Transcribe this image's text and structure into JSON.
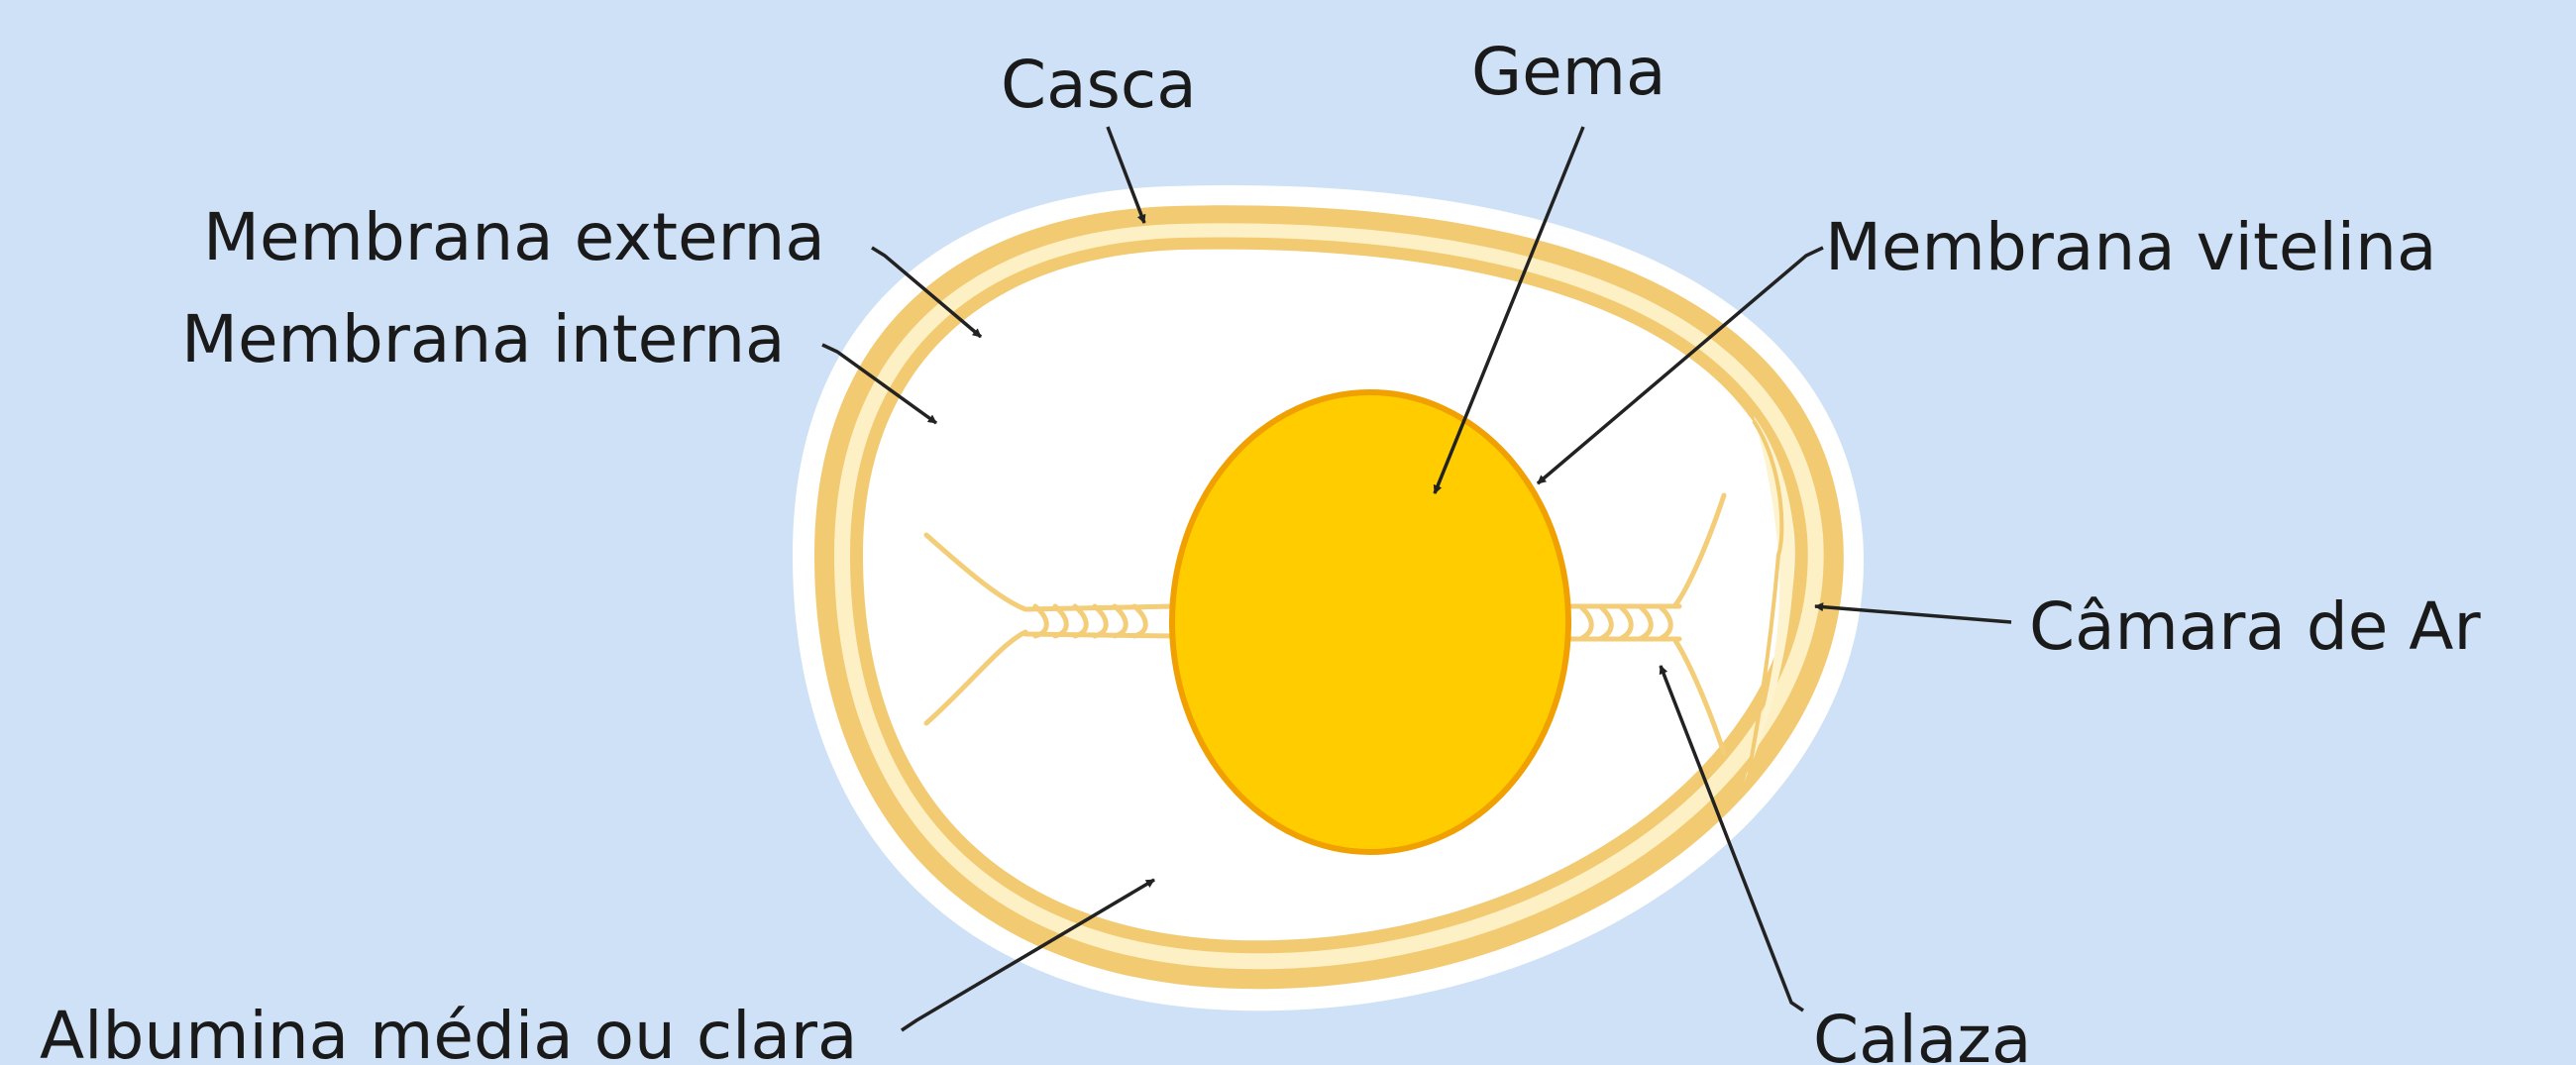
{
  "colors": {
    "background": "#cfe1f6",
    "shell_halo": "#ffffff",
    "shell_outer": "#f2ca72",
    "shell_gap": "#fdf0c4",
    "shell_inner": "#f2ca72",
    "albumen": "#ffffff",
    "yolk_fill": "#ffcc00",
    "yolk_edge": "#f0a000",
    "chalaza": "#f3cd78",
    "air_cell": "#fdf3cf",
    "text": "#1a1a1a"
  },
  "labels": {
    "casca": "Casca",
    "gema": "Gema",
    "membrana_externa": "Membrana externa",
    "membrana_interna": "Membrana interna",
    "membrana_vitelina": "Membrana vitelina",
    "camara_de_ar": "Câmara de Ar",
    "albumina": "Albumina média ou clara",
    "calaza": "Calaza"
  }
}
